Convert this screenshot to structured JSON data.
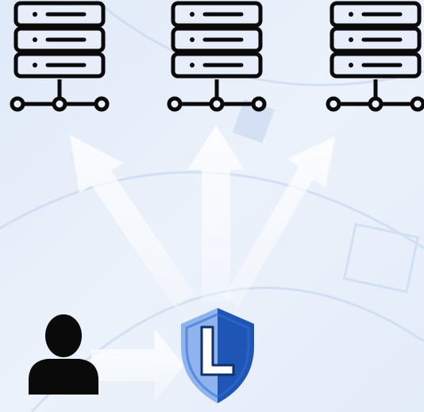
{
  "diagram": {
    "servers": [
      {
        "name": "server-1"
      },
      {
        "name": "server-2"
      },
      {
        "name": "server-3"
      }
    ],
    "user": {
      "icon": "user-icon"
    },
    "gateway": {
      "icon": "shield-icon",
      "letter": "L"
    },
    "colors": {
      "background": "#eaf1fb",
      "icon_stroke": "#0a0a0a",
      "server_fill": "#e8eef9",
      "arrow_fill": "#ffffff",
      "shield_dark": "#1f55b5",
      "shield_mid": "#2f6fd6",
      "shield_light": "#8fb3ec"
    }
  }
}
